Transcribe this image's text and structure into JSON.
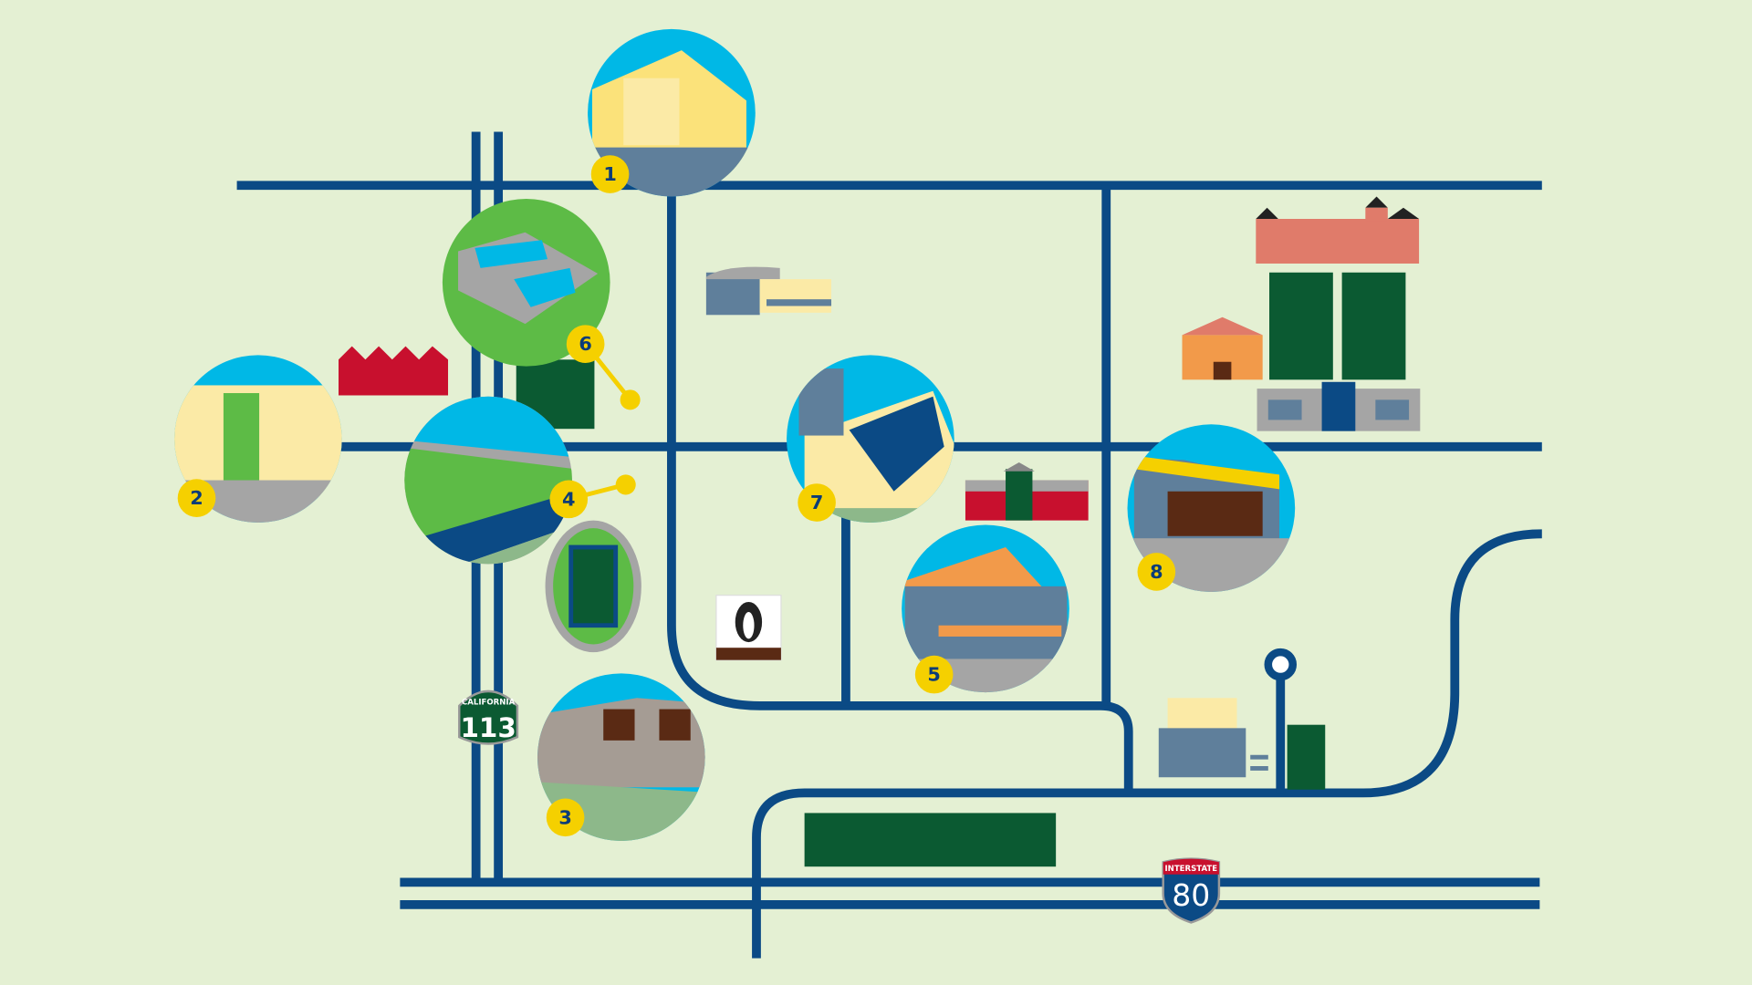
{
  "colors": {
    "background": "#e4f0d3",
    "road": "#0b4a85",
    "badge": "#f5d000",
    "sky": "#00b8e6",
    "grass": "#5dbb46",
    "dark_green": "#0b5a32",
    "brick_red": "#c8102e"
  },
  "locations": [
    {
      "number": "1"
    },
    {
      "number": "2"
    },
    {
      "number": "3"
    },
    {
      "number": "4"
    },
    {
      "number": "5"
    },
    {
      "number": "6"
    },
    {
      "number": "7"
    },
    {
      "number": "8"
    }
  ],
  "shields": {
    "state": {
      "label": "CALIFORNIA",
      "number": "113"
    },
    "interstate": {
      "label": "INTERSTATE",
      "number": "80"
    }
  }
}
